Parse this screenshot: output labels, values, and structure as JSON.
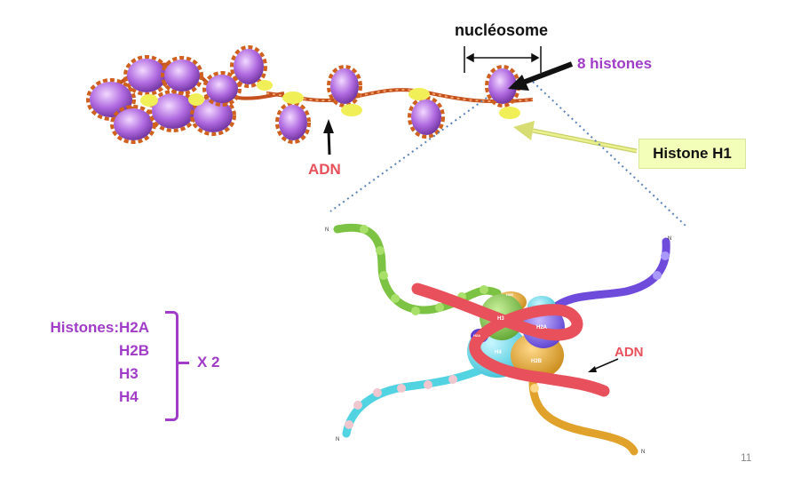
{
  "labels": {
    "nucleosome": "nucléosome",
    "eight_histones": "8 histones",
    "adn_top": "ADN",
    "histone_h1": "Histone H1",
    "adn_bottom": "ADN",
    "x2": "X 2",
    "page_number": "11"
  },
  "histones_list": {
    "prefix": "Histones:",
    "items": [
      "H2A",
      "H2B",
      "H3",
      "H4"
    ]
  },
  "structure_labels": {
    "h3": "H3",
    "h2a": "H2A",
    "h2b": "H2B",
    "h4": "H4",
    "h2a_small": "H2A",
    "h2b_small": "H2B",
    "n_terminus": "N"
  },
  "colors": {
    "dna_red": "#e8505b",
    "histone_purple": "#a03cc8",
    "h1_yellow": "#f3ffb9",
    "h3_green": "#7cc243",
    "h2a_violet": "#7a5ce6",
    "h2b_orange": "#e0a22a",
    "h4_cyan": "#4fd3e3"
  }
}
